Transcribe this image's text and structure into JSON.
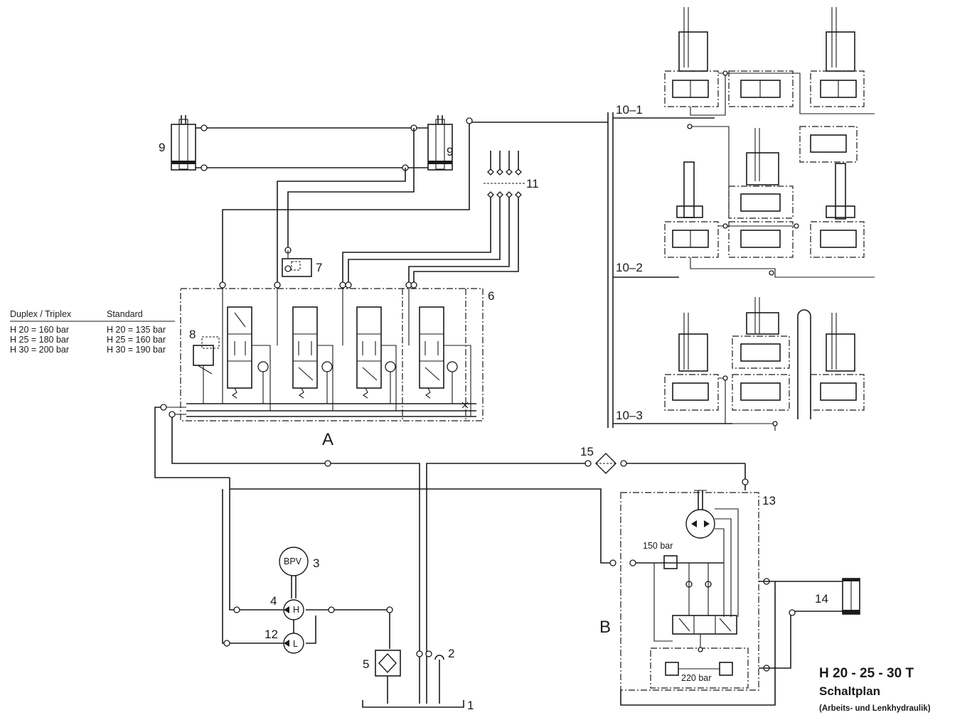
{
  "labels": {
    "n1": "1",
    "n2": "2",
    "n3": "3",
    "n4": "4",
    "n5": "5",
    "n6": "6",
    "n7": "7",
    "n8": "8",
    "n9a": "9",
    "n9b": "9",
    "n11": "11",
    "n12": "12",
    "n13": "13",
    "n14": "14",
    "n15": "15",
    "n10_1": "10–1",
    "n10_2": "10–2",
    "n10_3": "10–3",
    "grp_a": "A",
    "grp_b": "B",
    "bpv": "BPV",
    "pump_h": "H",
    "pump_l": "L",
    "bar150": "150 bar",
    "bar220": "220 bar"
  },
  "pressure_table": {
    "col1_header": "Duplex / Triplex",
    "col2_header": "Standard",
    "col1": [
      "H 20 = 160 bar",
      "H 25 = 180 bar",
      "H 30 = 200 bar"
    ],
    "col2": [
      "H 20 = 135 bar",
      "H 25 = 160 bar",
      "H 30 = 190 bar"
    ]
  },
  "title": {
    "line1": "H 20 - 25 - 30 T",
    "line2": "Schaltplan",
    "line3": "(Arbeits- und Lenkhydraulik)"
  }
}
